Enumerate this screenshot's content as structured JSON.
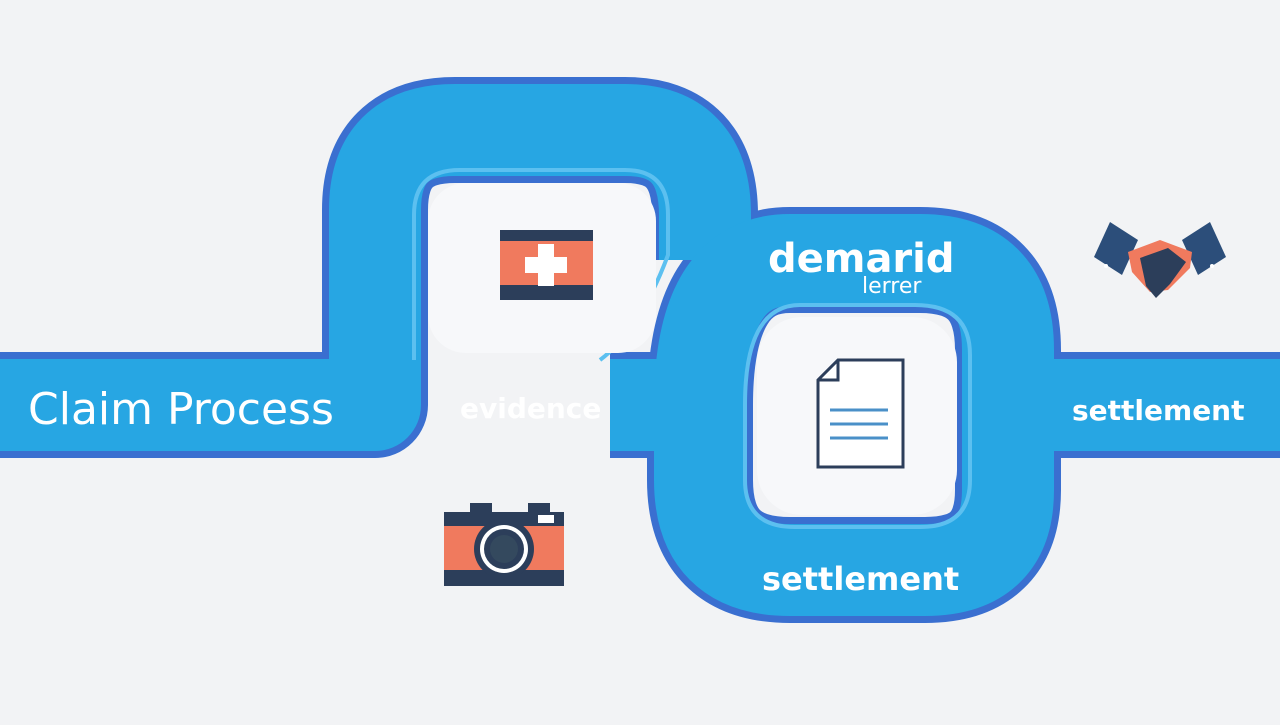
{
  "diagram": {
    "title": "Claim Process",
    "steps": [
      {
        "id": "evidence",
        "label": "evidence"
      },
      {
        "id": "demand-letter",
        "label_line1": "demarid",
        "label_line2": "lerrer"
      },
      {
        "id": "settlement-loop",
        "label": "settlement"
      },
      {
        "id": "settlement-final",
        "label": "settlement"
      }
    ],
    "icons": {
      "medical": "medical-cross-icon",
      "camera": "camera-icon",
      "document": "document-icon",
      "handshake": "handshake-icon"
    },
    "colors": {
      "background": "#f2f3f5",
      "path_fill": "#27a6e3",
      "path_border": "#3a6fd0",
      "path_inner_line": "#5cc0f0",
      "text": "#ffffff",
      "navy": "#2c3e5a",
      "coral": "#f07a5e"
    }
  }
}
